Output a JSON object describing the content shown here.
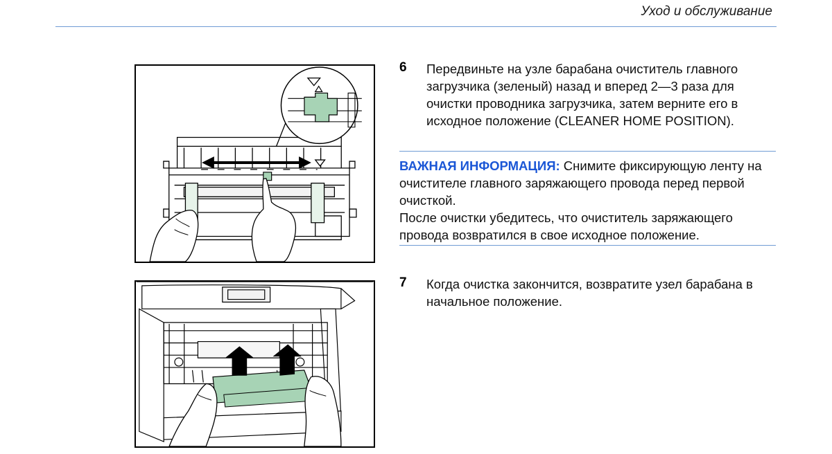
{
  "header": {
    "title": "Уход и обслуживание"
  },
  "steps": [
    {
      "number": "6",
      "text": "Передвиньте на узле барабана очиститель главного загрузчика (зеленый) назад и вперед 2—3 раза для очистки проводника загрузчика, затем верните его в исходное положение (CLEANER HOME POSITION)."
    },
    {
      "number": "7",
      "text": "Когда очистка закончится, возвратите узел барабана в начальное положение."
    }
  ],
  "note": {
    "label": "ВАЖНАЯ ИНФОРМАЦИЯ:",
    "text1": " Снимите фиксирующую ленту на очистителе главного заряжающего провода перед первой очисткой.",
    "text2": "После очистки убедитесь, что очиститель заряжающего провода возвратился в свое исходное положение."
  },
  "colors": {
    "accent_blue": "#1a56d6",
    "rule_blue": "#6f9bd4",
    "cleaner_green": "#a7d3b5"
  }
}
